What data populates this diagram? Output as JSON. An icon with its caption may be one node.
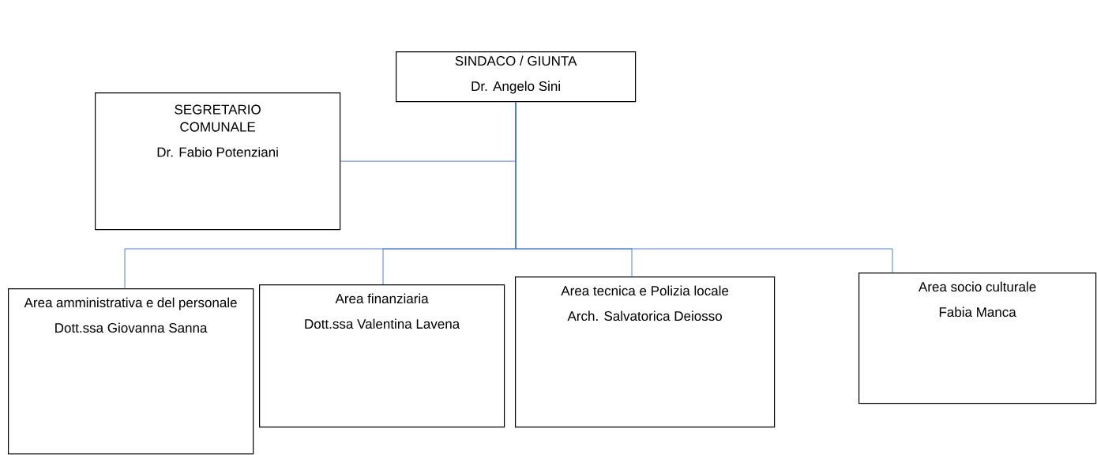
{
  "diagram": {
    "nodes": [
      {
        "text": [
          "SINDACO / GIUNTA",
          "Dr. Angelo Sini"
        ]
      },
      {
        "text": [
          "SEGRETARIO COMUNALE",
          "Dr. Fabio Potenziani"
        ]
      },
      {
        "text": [
          "Area amministrativa e del personale",
          "Dott.ssa Giovanna Sanna"
        ]
      },
      {
        "text": [
          "Area finanziaria",
          "Dott.ssa Valentina Lavena"
        ]
      },
      {
        "text": [
          "Area tecnica e Polizia locale",
          "Arch. Salvatorica Deiosso"
        ]
      },
      {
        "text": [
          "Area socio culturale",
          "Fabia Manca"
        ]
      }
    ],
    "edges": [
      {
        "from": 0,
        "to": 1,
        "arrow": "none"
      },
      {
        "from": 0,
        "to": 2,
        "arrow": "none"
      },
      {
        "from": 0,
        "to": 3,
        "arrow": "none"
      },
      {
        "from": 0,
        "to": 4,
        "arrow": "none"
      },
      {
        "from": 0,
        "to": 5,
        "arrow": "none"
      }
    ]
  }
}
